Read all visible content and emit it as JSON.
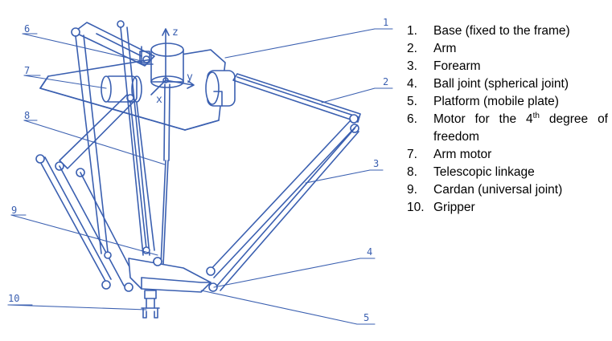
{
  "diagram": {
    "axis_labels": {
      "z": "z",
      "y": "y",
      "x": "x"
    },
    "callout_numbers": [
      "1",
      "2",
      "3",
      "4",
      "5",
      "6",
      "7",
      "8",
      "9",
      "10"
    ]
  },
  "legend": {
    "items": [
      {
        "num": "1.",
        "text": "Base (fixed to the frame)"
      },
      {
        "num": "2.",
        "text": "Arm"
      },
      {
        "num": "3.",
        "text": "Forearm"
      },
      {
        "num": "4.",
        "text": "Ball joint (spherical joint)"
      },
      {
        "num": "5.",
        "text": "Platform (mobile plate)"
      },
      {
        "num": "6.",
        "text_before": "Motor for the 4",
        "superscript": "th",
        "text_after": " degree of freedom"
      },
      {
        "num": "7.",
        "text": "Arm motor"
      },
      {
        "num": "8.",
        "text": "Telescopic linkage"
      },
      {
        "num": "9.",
        "text": "Cardan (universal joint)"
      },
      {
        "num": "10.",
        "text": "Gripper"
      }
    ]
  },
  "colors": {
    "sketch_ink": "#3a5fb0",
    "text": "#000000",
    "background": "#ffffff"
  }
}
